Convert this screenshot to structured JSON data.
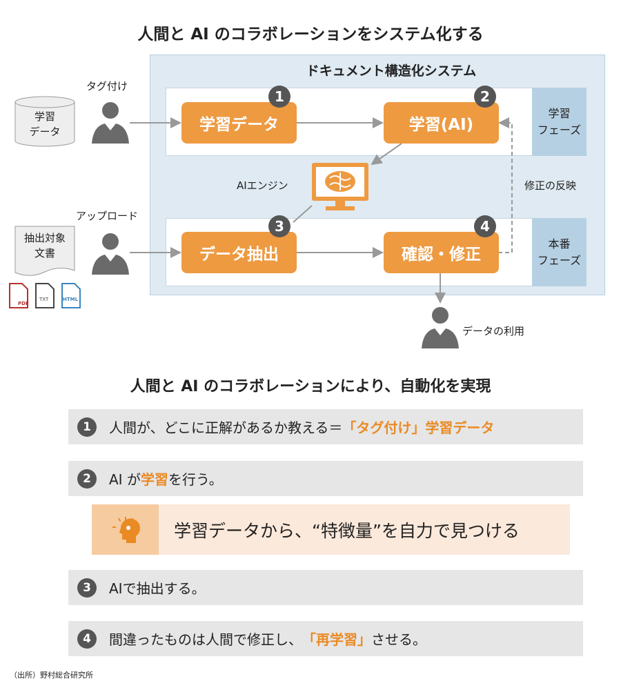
{
  "title": "人間と AI のコラボレーションをシステム化する",
  "system": {
    "title": "ドキュメント構造化システム",
    "phases": [
      "学習\nフェーズ",
      "本番\nフェーズ"
    ],
    "steps": [
      {
        "num": "1",
        "label": "学習データ"
      },
      {
        "num": "2",
        "label": "学習(AI)"
      },
      {
        "num": "3",
        "label": "データ抽出"
      },
      {
        "num": "4",
        "label": "確認・修正"
      }
    ],
    "ai_engine": "AIエンジン",
    "feedback": "修正の反映"
  },
  "inputs": {
    "db_label": "学習\nデータ",
    "tagging": "タグ付け",
    "doc_label": "抽出対象\n文書",
    "upload": "アップロード",
    "file_types": [
      "PDF",
      "TXT",
      "HTML"
    ],
    "data_use": "データの利用"
  },
  "subtitle": "人間と AI のコラボレーションにより、自動化を実現",
  "rows": [
    {
      "num": "1",
      "text": "人間が、どこに正解があるか教える＝",
      "highlight": "「タグ付け」学習データ",
      "after": ""
    },
    {
      "num": "2",
      "text": "AI が ",
      "highlight": "学習",
      "after": "を行う。"
    },
    {
      "num": "3",
      "text": "AIで抽出する。",
      "highlight": "",
      "after": ""
    },
    {
      "num": "4",
      "text": "間違ったものは人間で修正し、",
      "highlight": "「再学習」",
      "after": "させる。"
    }
  ],
  "callout": "学習データから、“特徴量”を自力で見つける",
  "source": "（出所）野村総合研究所",
  "colors": {
    "orange": "#ee9a41",
    "blue_bg": "#dfeaf2",
    "phase": "#b6d0e3",
    "gray": "#555555"
  }
}
